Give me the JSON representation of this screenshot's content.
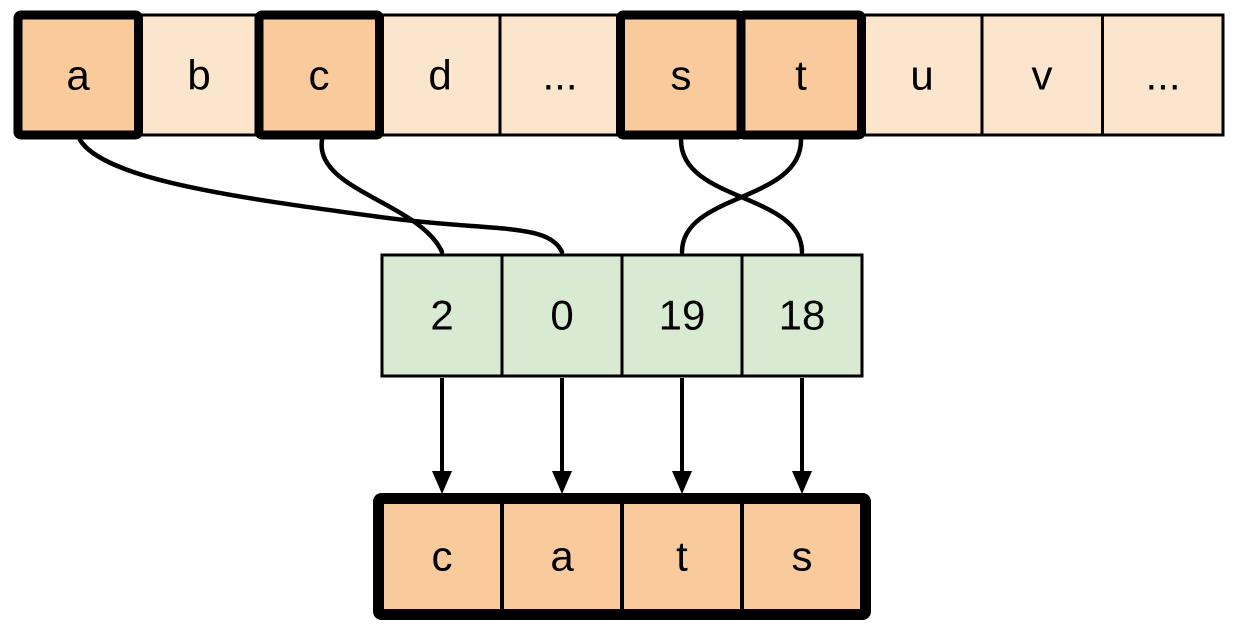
{
  "diagram": {
    "description": "letter-to-index mapping diagram",
    "alphabet_row": {
      "cells": [
        {
          "label": "a",
          "highlighted": true
        },
        {
          "label": "b",
          "highlighted": false
        },
        {
          "label": "c",
          "highlighted": true
        },
        {
          "label": "d",
          "highlighted": false
        },
        {
          "label": "...",
          "highlighted": false
        },
        {
          "label": "s",
          "highlighted": true
        },
        {
          "label": "t",
          "highlighted": true
        },
        {
          "label": "u",
          "highlighted": false
        },
        {
          "label": "v",
          "highlighted": false
        },
        {
          "label": "...",
          "highlighted": false
        }
      ]
    },
    "index_row": {
      "values": [
        "2",
        "0",
        "19",
        "18"
      ]
    },
    "output_row": {
      "letters": [
        "c",
        "a",
        "t",
        "s"
      ]
    },
    "connections": [
      {
        "from_letter": "a",
        "to_index_value": "0"
      },
      {
        "from_letter": "c",
        "to_index_value": "2"
      },
      {
        "from_letter": "s",
        "to_index_value": "18"
      },
      {
        "from_letter": "t",
        "to_index_value": "19"
      }
    ],
    "colors": {
      "cell_light": "#FCE5CD",
      "cell_highlight": "#F9CB9C",
      "index_cell": "#D9EAD3",
      "line": "#000000",
      "background": "#FFFFFF"
    }
  }
}
